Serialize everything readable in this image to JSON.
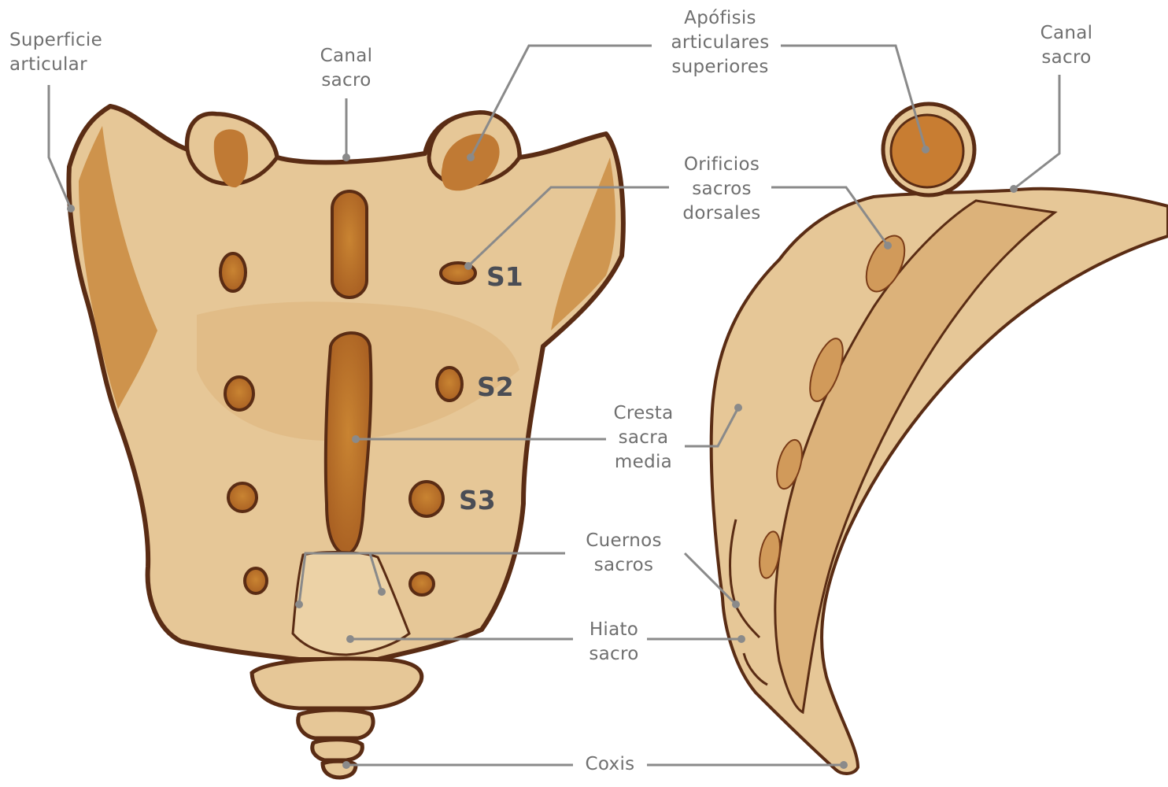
{
  "labels": {
    "superficie_articular": [
      "Superficie",
      "articular"
    ],
    "canal_sacro_front": [
      "Canal",
      "sacro"
    ],
    "apofisis": [
      "Apófisis",
      "articulares",
      "superiores"
    ],
    "canal_sacro_side": [
      "Canal",
      "sacro"
    ],
    "orificios": [
      "Orificios",
      "sacros",
      "dorsales"
    ],
    "cresta": [
      "Cresta",
      "sacra",
      "media"
    ],
    "cuernos": [
      "Cuernos",
      "sacros"
    ],
    "hiato": [
      "Hiato",
      "sacro"
    ],
    "coxis": "Coxis"
  },
  "levels": {
    "s1": "S1",
    "s2": "S2",
    "s3": "S3"
  },
  "colors": {
    "bone": "#e6c797",
    "bone_shade": "#d7ad73",
    "outline": "#5a2c14",
    "foramen": "#b8742e",
    "foramen_dark": "#a35a1c",
    "leader": "#8a8a8a"
  }
}
